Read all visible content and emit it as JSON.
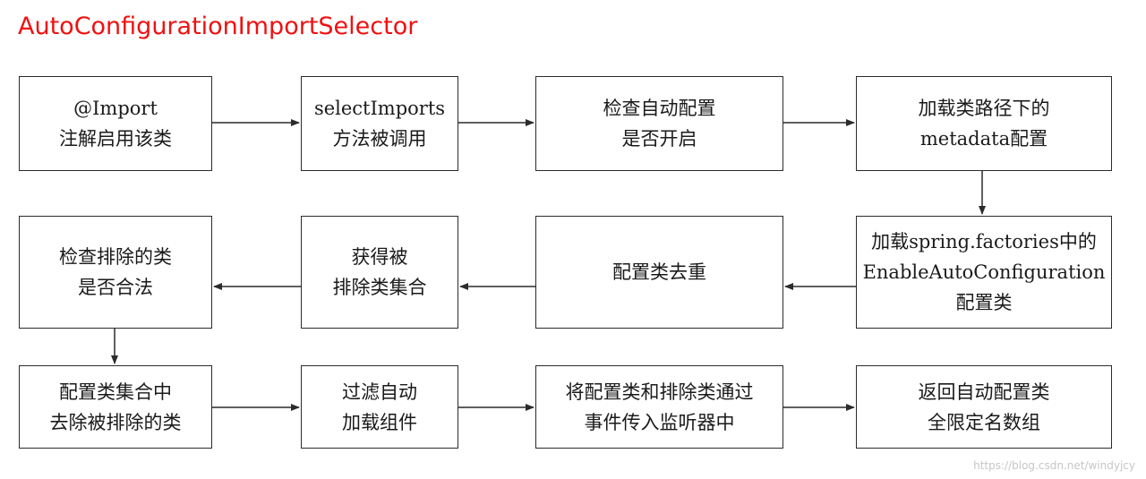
{
  "title": "AutoConfigurationImportSelector",
  "watermark": "https://blog.csdn.net/windyjcy",
  "colors": {
    "title": "#f01010",
    "border": "#2b2b2b",
    "arrow": "#2b2b2b"
  },
  "steps": [
    {
      "lines": [
        "@Import",
        "注解启用该类"
      ]
    },
    {
      "lines": [
        "selectImports",
        "方法被调用"
      ]
    },
    {
      "lines": [
        "检查自动配置",
        "是否开启"
      ]
    },
    {
      "lines": [
        "加载类路径下的",
        "metadata配置"
      ]
    },
    {
      "lines": [
        "加载spring.factories中的",
        "EnableAutoConfiguration",
        "配置类"
      ]
    },
    {
      "lines": [
        "配置类去重"
      ]
    },
    {
      "lines": [
        "获得被",
        "排除类集合"
      ]
    },
    {
      "lines": [
        "检查排除的类",
        "是否合法"
      ]
    },
    {
      "lines": [
        "配置类集合中",
        "去除被排除的类"
      ]
    },
    {
      "lines": [
        "过滤自动",
        "加载组件"
      ]
    },
    {
      "lines": [
        "将配置类和排除类通过",
        "事件传入监听器中"
      ]
    },
    {
      "lines": [
        "返回自动配置类",
        "全限定名数组"
      ]
    }
  ]
}
